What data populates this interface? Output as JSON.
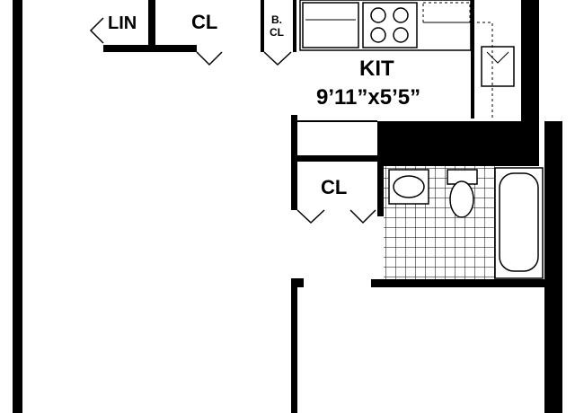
{
  "labels": {
    "linen": "LIN",
    "closet_top": "CL",
    "broom_closet_line1": "B.",
    "broom_closet_line2": "CL",
    "kitchen_name": "KIT",
    "kitchen_size": "9’11”x5’5”",
    "closet_hall": "CL"
  },
  "colors": {
    "wall": "#000000",
    "background": "#ffffff"
  },
  "icons": [
    "range-burners-icon",
    "sink-icon",
    "toilet-icon",
    "bathtub-icon",
    "refrigerator-outline-icon"
  ]
}
